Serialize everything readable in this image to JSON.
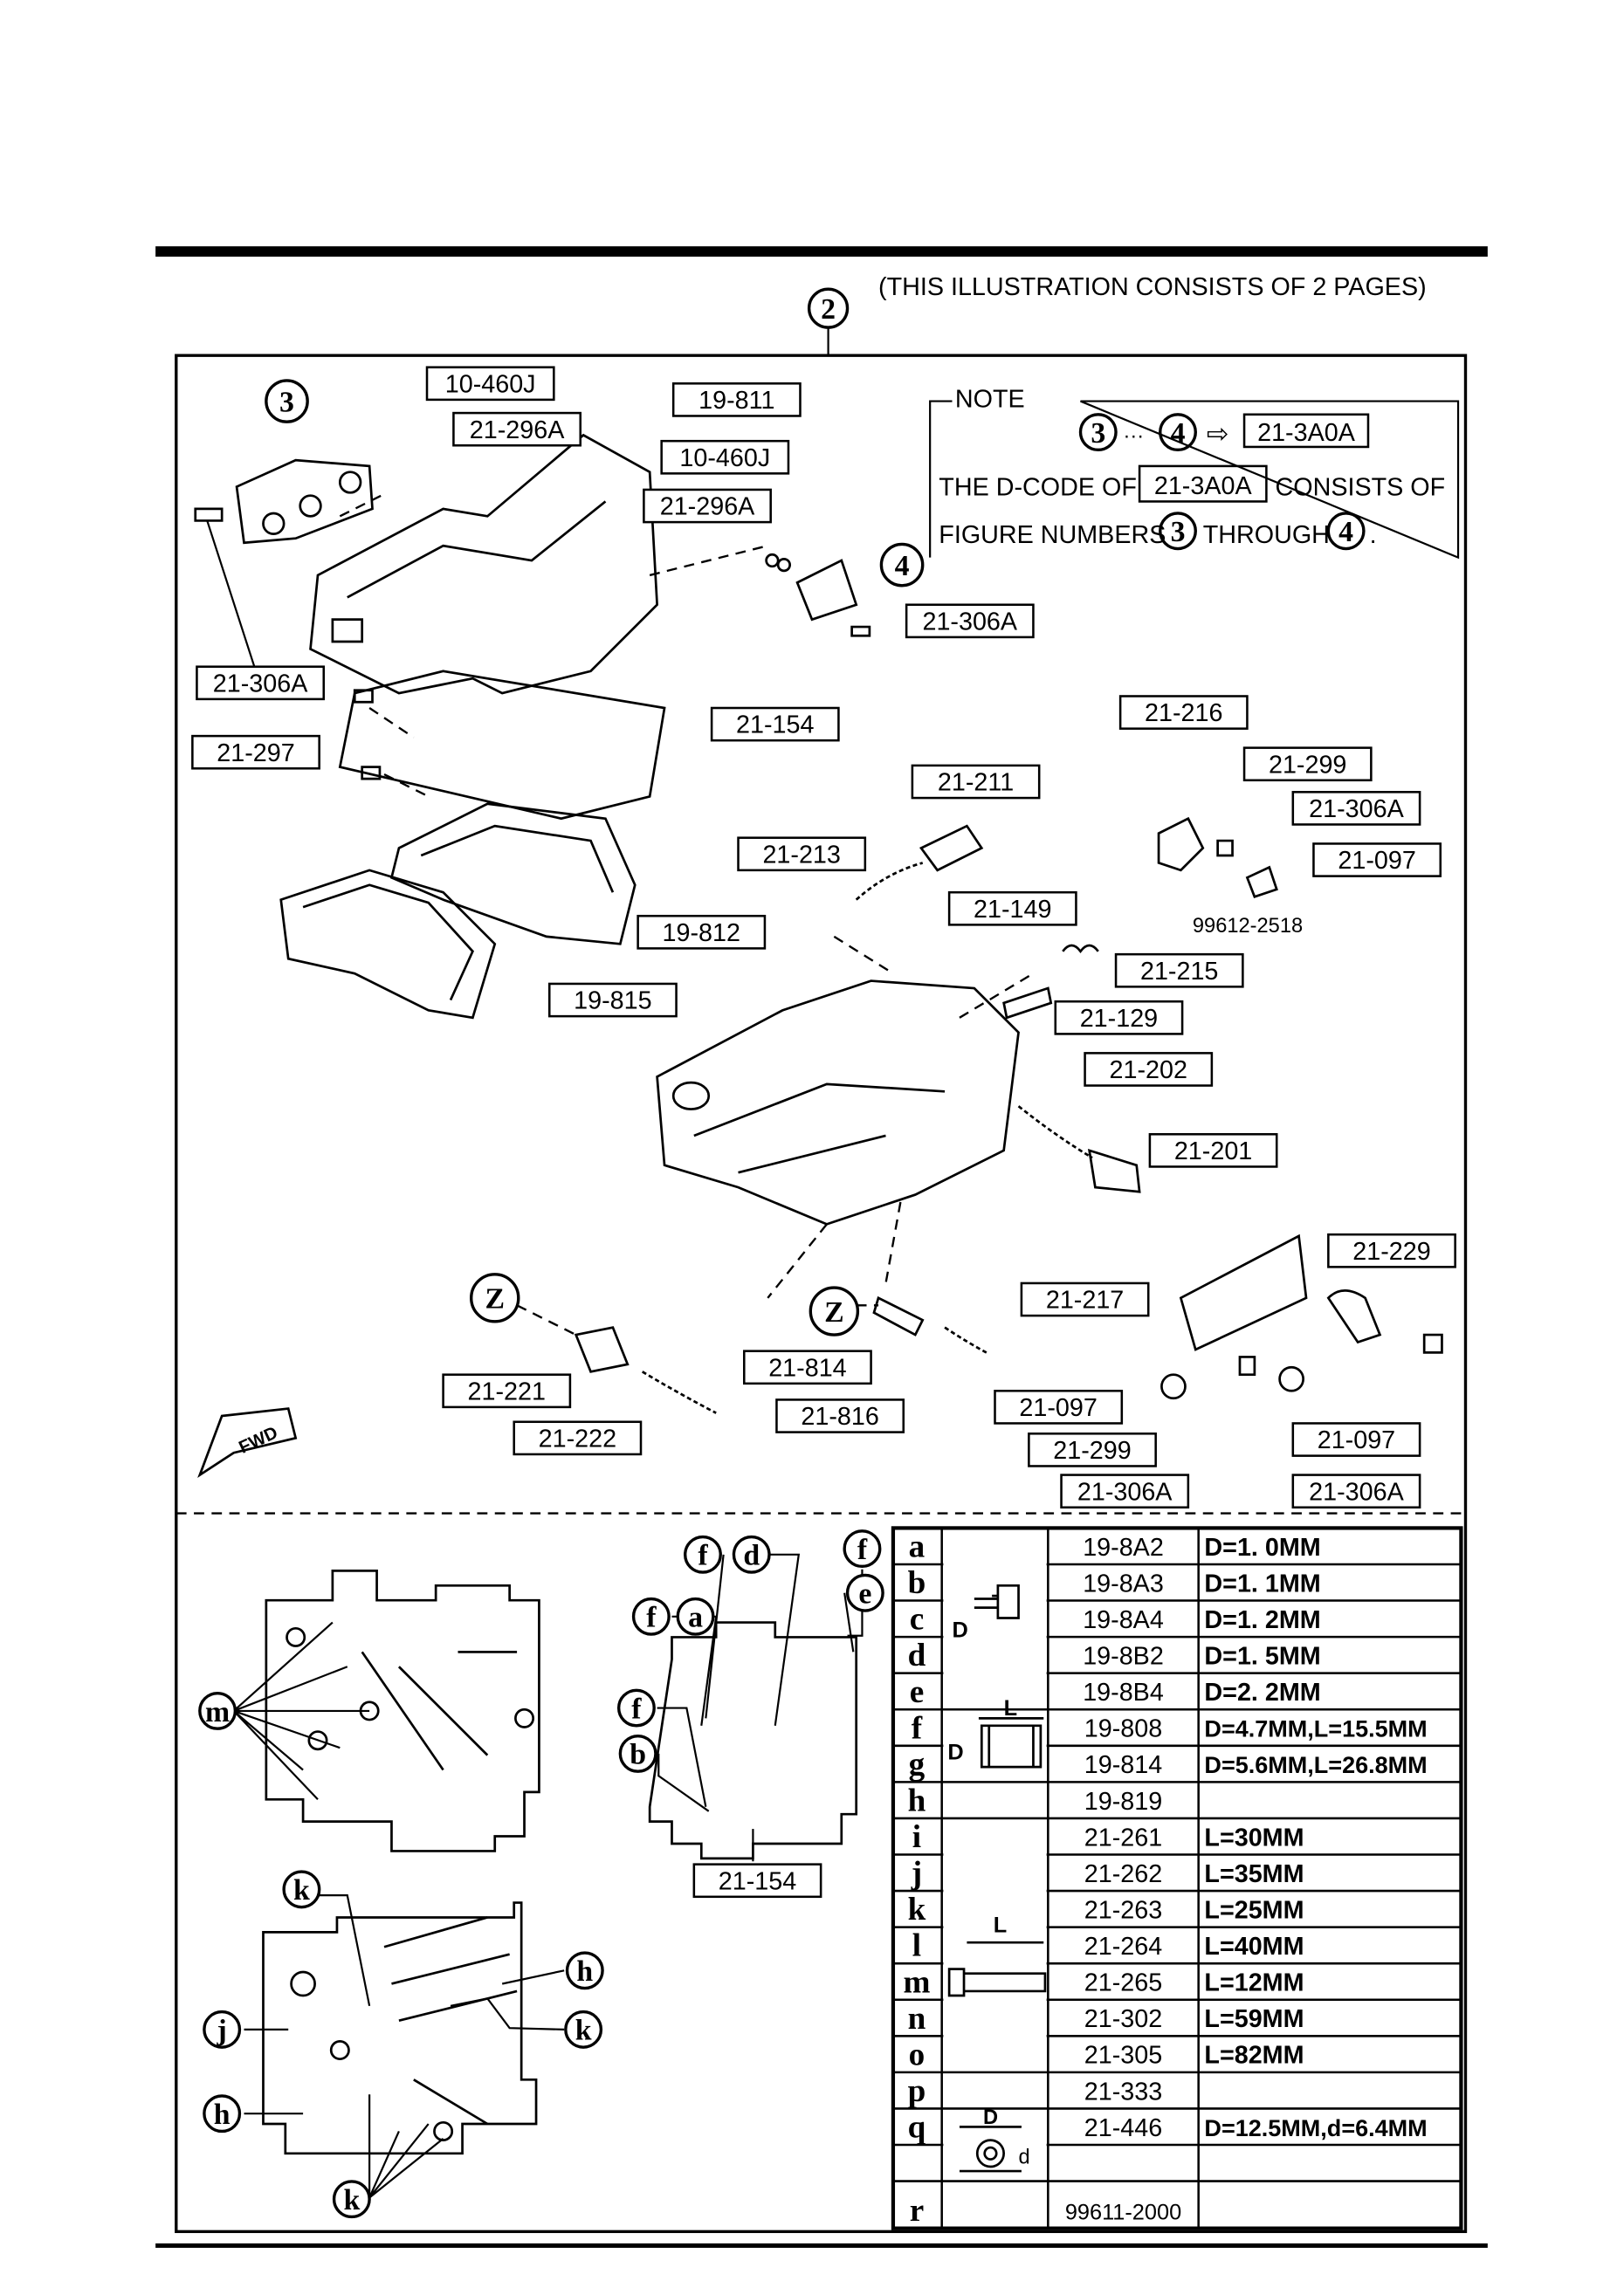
{
  "header": {
    "pages_note": "(THIS ILLUSTRATION CONSISTS OF  2 PAGES)",
    "figure_number": "2"
  },
  "note": {
    "title": "NOTE",
    "range_from": "3",
    "range_sep": "···",
    "range_to": "4",
    "arrow": "⇨",
    "code": "21-3A0A",
    "line2_pre": "THE D-CODE OF",
    "line2_code": "21-3A0A",
    "line2_post": "CONSISTS OF",
    "line3_pre": "FIGURE NUMBERS",
    "line3_from": "3",
    "line3_mid": "THROUGH",
    "line3_to": "4",
    "line3_end": "."
  },
  "part_labels": [
    "10-460J",
    "21-296A",
    "19-811",
    "10-460J",
    "21-296A",
    "21-306A",
    "21-306A",
    "21-297",
    "21-154",
    "21-216",
    "21-299",
    "21-306A",
    "21-097",
    "21-211",
    "21-213",
    "21-149",
    "21-215",
    "21-129",
    "19-812",
    "19-815",
    "21-202",
    "21-201",
    "21-229",
    "21-217",
    "21-221",
    "21-222",
    "21-814",
    "21-816",
    "21-097",
    "21-299",
    "21-306A",
    "21-097",
    "21-306A",
    "21-154"
  ],
  "plain_labels": [
    "99612-2518"
  ],
  "figure_callouts": [
    "3",
    "4",
    "Z",
    "Z"
  ],
  "letter_callouts": [
    "f",
    "d",
    "f",
    "e",
    "f",
    "a",
    "f",
    "b",
    "m",
    "k",
    "h",
    "k",
    "j",
    "h",
    "k"
  ],
  "fwd_label": "FWD",
  "table": {
    "rows": [
      {
        "letter": "a",
        "code": "19-8A2",
        "spec": "D=1. 0MM"
      },
      {
        "letter": "b",
        "code": "19-8A3",
        "spec": "D=1. 1MM"
      },
      {
        "letter": "c",
        "code": "19-8A4",
        "spec": "D=1. 2MM"
      },
      {
        "letter": "d",
        "code": "19-8B2",
        "spec": "D=1. 5MM"
      },
      {
        "letter": "e",
        "code": "19-8B4",
        "spec": "D=2. 2MM"
      },
      {
        "letter": "f",
        "code": "19-808",
        "spec": "D=4.7MM,L=15.5MM"
      },
      {
        "letter": "g",
        "code": "19-814",
        "spec": "D=5.6MM,L=26.8MM"
      },
      {
        "letter": "h",
        "code": "19-819",
        "spec": ""
      },
      {
        "letter": "i",
        "code": "21-261",
        "spec": "L=30MM"
      },
      {
        "letter": "j",
        "code": "21-262",
        "spec": "L=35MM"
      },
      {
        "letter": "k",
        "code": "21-263",
        "spec": "L=25MM"
      },
      {
        "letter": "l",
        "code": "21-264",
        "spec": "L=40MM"
      },
      {
        "letter": "m",
        "code": "21-265",
        "spec": "L=12MM"
      },
      {
        "letter": "n",
        "code": "21-302",
        "spec": "L=59MM"
      },
      {
        "letter": "o",
        "code": "21-305",
        "spec": "L=82MM"
      },
      {
        "letter": "p",
        "code": "21-333",
        "spec": ""
      },
      {
        "letter": "q",
        "code": "21-446",
        "spec": "D=12.5MM,d=6.4MM"
      },
      {
        "letter": "",
        "code": "",
        "spec": ""
      },
      {
        "letter": "r",
        "code": "99611-2000",
        "spec": ""
      }
    ],
    "figure_dims": {
      "D": "D",
      "L": "L",
      "d": "d"
    }
  }
}
